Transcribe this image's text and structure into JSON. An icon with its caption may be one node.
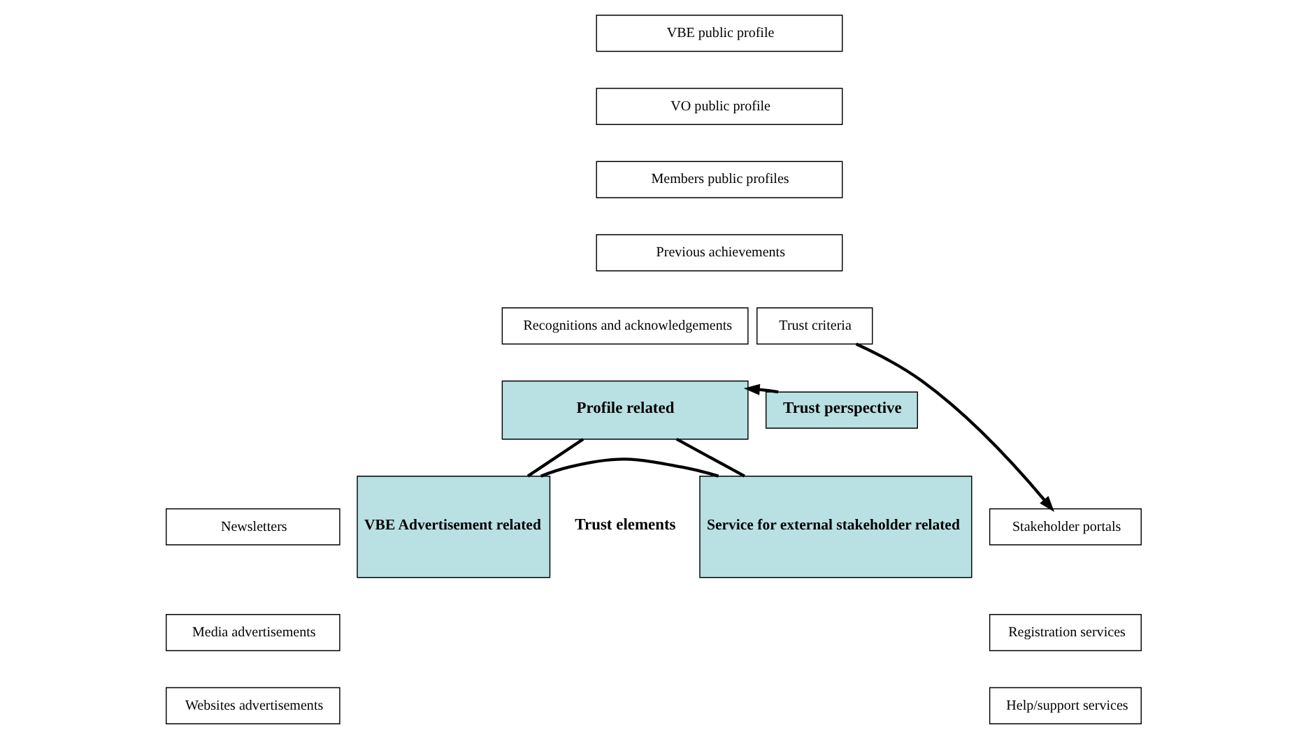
{
  "diagram": {
    "nodes": [
      {
        "text": [
          "VBE public profile"
        ]
      },
      {
        "text": [
          "VO public profile"
        ]
      },
      {
        "text": [
          "Members public profiles"
        ]
      },
      {
        "text": [
          "Previous achievements"
        ]
      },
      {
        "text": [
          "Recognitions and acknowledgements"
        ]
      },
      {
        "text": [
          "Profile related"
        ]
      },
      {
        "text": [
          "Trust perspective"
        ]
      },
      {
        "text": [
          "Trust criteria"
        ]
      },
      {
        "text": [
          "Newsletters"
        ]
      },
      {
        "text": [
          "Media advertisements"
        ]
      },
      {
        "text": [
          "Websites advertisements"
        ]
      },
      {
        "text": [
          "VBE Advertisement related"
        ]
      },
      {
        "text": [
          "Trust elements"
        ]
      },
      {
        "text": [
          "Service for external stakeholder related"
        ]
      },
      {
        "text": [
          "Stakeholder portals"
        ]
      },
      {
        "text": [
          "Registration services"
        ]
      },
      {
        "text": [
          "Help/support services"
        ]
      }
    ],
    "edges": [
      {
        "from": 6,
        "to": 5,
        "arrow": "to"
      },
      {
        "from": 7,
        "to": 14,
        "arrow": "to"
      },
      {
        "from": 5,
        "to": 11,
        "arrow": "none"
      },
      {
        "from": 5,
        "to": 13,
        "arrow": "none"
      },
      {
        "from": 11,
        "to": 13,
        "arrow": "none"
      }
    ]
  }
}
